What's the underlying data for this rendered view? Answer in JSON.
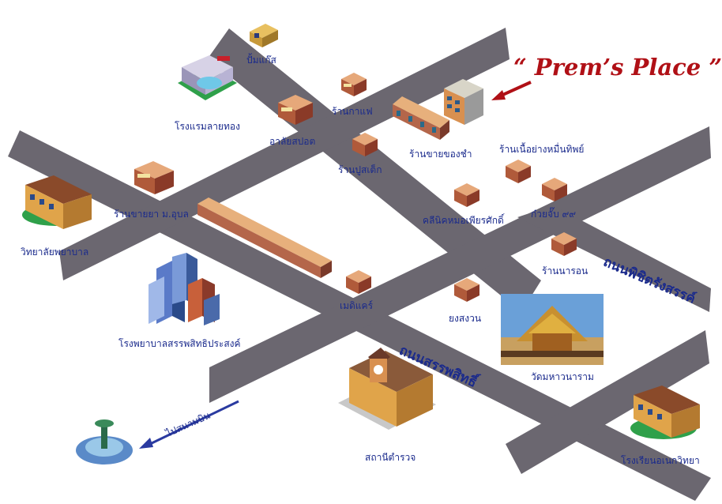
{
  "title": "“ Prem’s Place ”",
  "roads": {
    "pichit": "ถนนพิชิตรังสรรค์",
    "sanpasit": "ถนนสรรพสิทธิ์"
  },
  "places": {
    "gas": "ปั้มแก๊ส",
    "hotel": "โรงแรมลายทอง",
    "cafe": "ร้านกาแฟ",
    "alai": "อาลัยสปอต",
    "bakery": "ร้านปูสเต็ก",
    "souvenir": "ร้านขายของชำ",
    "beef": "ร้านเนื้อย่างหมื่นทิพย์",
    "pharmacy": "ร้านขายยา ม.อุบล",
    "nursing": "วิทยาลัยพยาบาล",
    "clinic": "คลีนิคหมอเพียรศักดิ์",
    "noodle": "ก๋วยจั๊บ ๙๙",
    "naron": "ร้านนารอน",
    "hospital": "โรงพยาบาลสรรพสิทธิประสงค์",
    "medicare": "เมดิแคร์",
    "yongsuan": "ยงสงวน",
    "temple": "วัดมหาวนาราม",
    "police": "สถานีตำรวจ",
    "airport": "ไปสนามบิน",
    "school": "โรงเรียนอเนกวิทยา"
  },
  "colors": {
    "road": "#6b6770",
    "label": "#1a2a8c",
    "title": "#b01016"
  },
  "icons": [
    "shop-icon",
    "hotel-icon",
    "gas-station-icon",
    "building-icon",
    "skyscraper-icon",
    "temple-photo",
    "police-station-icon",
    "airport-icon",
    "school-icon",
    "townhouse-icon",
    "arrow-icon"
  ]
}
